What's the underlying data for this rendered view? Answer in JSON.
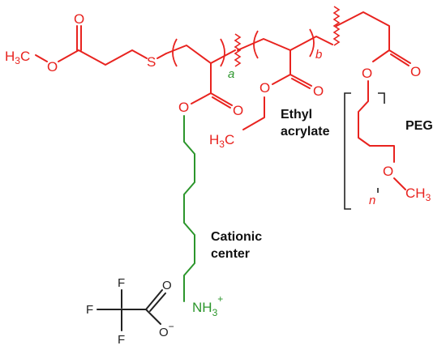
{
  "atoms": {
    "methyl_left_main": "H",
    "methyl_left_sub": "3",
    "methyl_left_c": "C",
    "ester1_o_single": "O",
    "ester1_o_double": "O",
    "sulfur": "S",
    "monomer_a_o_double": "O",
    "monomer_a_o_single": "O",
    "ethyl_o_double": "O",
    "ethyl_o_single": "O",
    "ethyl_ch3_main": "H",
    "ethyl_ch3_sub": "3",
    "ethyl_ch3_c": "C",
    "peg_o_double": "O",
    "peg_o_ester": "O",
    "peg_o_chain": "O",
    "peg_end_c": "CH",
    "peg_end_sub": "3",
    "amine_main": "NH",
    "amine_sub": "3",
    "amine_charge": "+",
    "tfa_f_top": "F",
    "tfa_f_left": "F",
    "tfa_f_bottom": "F",
    "tfa_o_double": "O",
    "tfa_o_minus": "O",
    "tfa_charge": "−"
  },
  "subscripts": {
    "a": "a",
    "b": "b",
    "n": "n"
  },
  "labels": {
    "ethyl_line1": "Ethyl",
    "ethyl_line2": "acrylate",
    "peg": "PEG",
    "cationic_line1": "Cationic",
    "cationic_line2": "center"
  },
  "colors": {
    "acrylate_backbone": "#e8231f",
    "cationic_sidechain": "#2c962c",
    "counterion": "#222222",
    "label_text": "#111111"
  }
}
